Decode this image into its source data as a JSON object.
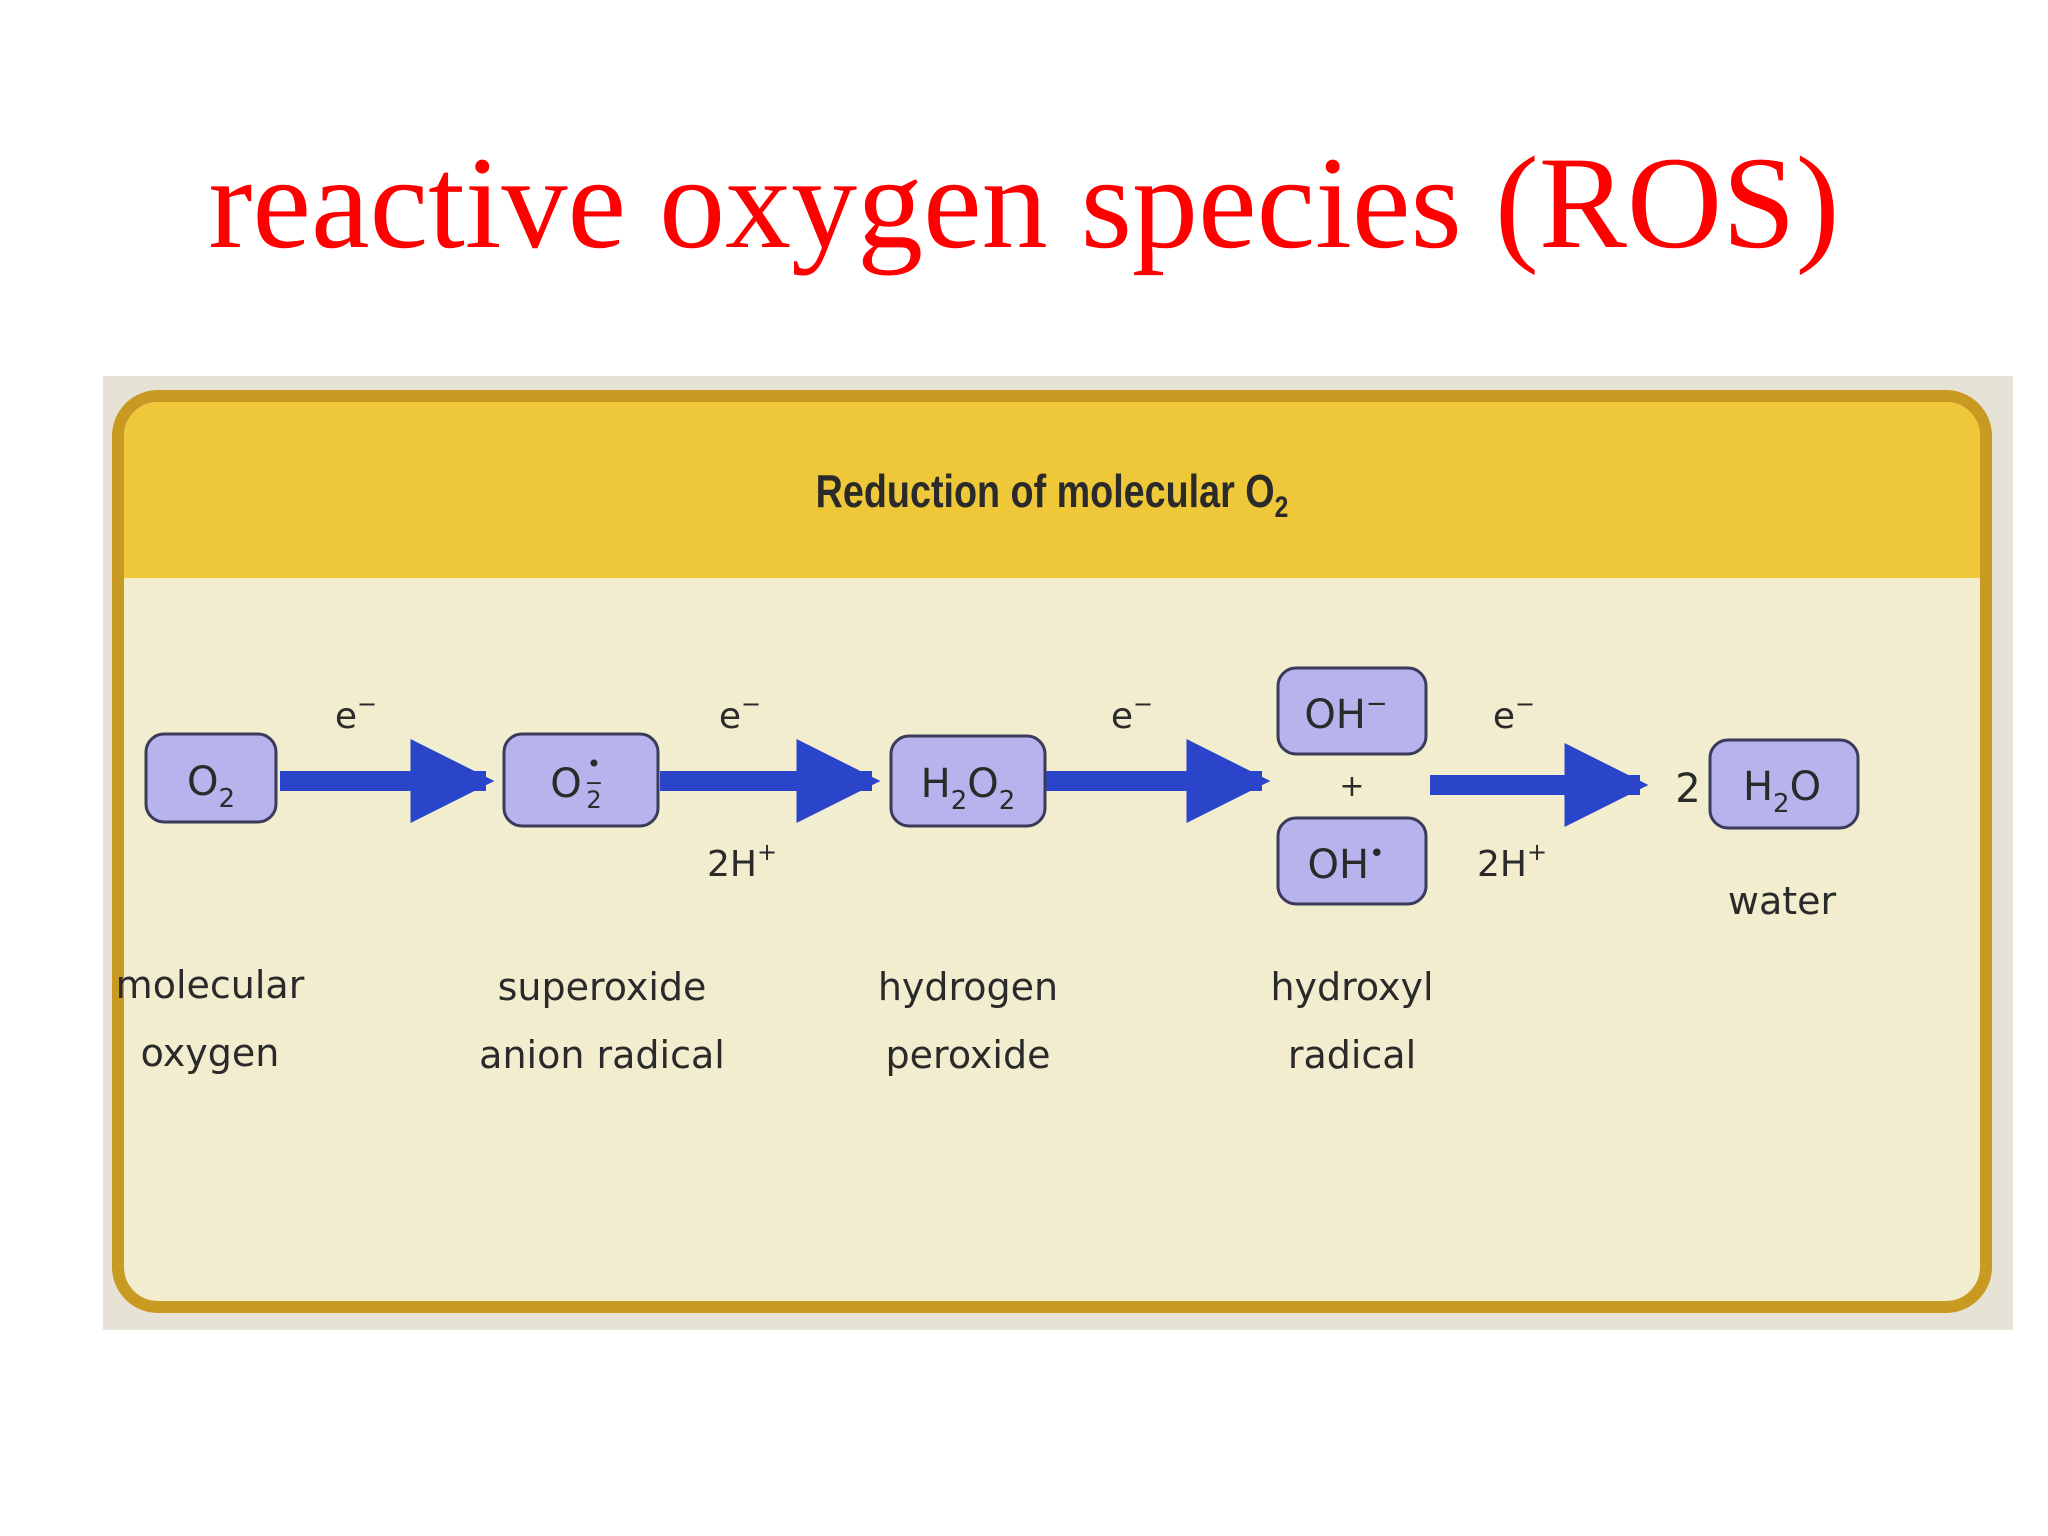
{
  "title": "reactive oxygen species (ROS)",
  "panel": {
    "heading": "Reduction of molecular O",
    "heading_sub": "2"
  },
  "species": [
    {
      "formula": [
        "O",
        "2"
      ],
      "label_lines": [
        "molecular",
        "oxygen"
      ]
    },
    {
      "formula": [
        "O",
        "•",
        "2",
        "−"
      ],
      "label_lines": [
        "superoxide",
        "anion radical"
      ]
    },
    {
      "formula": [
        "H",
        "2",
        "O",
        "2"
      ],
      "label_lines": [
        "hydrogen",
        "peroxide"
      ]
    },
    {
      "formula_top": "OH",
      "formula_top_sup": "−",
      "plus": "+",
      "formula_bottom": "OH",
      "formula_bottom_sup": "•",
      "label_lines": [
        "hydroxyl",
        "radical"
      ]
    },
    {
      "coefficient": "2",
      "formula": [
        "H",
        "2",
        "O"
      ],
      "label_lines": [
        "water"
      ]
    }
  ],
  "steps": [
    {
      "above": "e",
      "above_sup": "−"
    },
    {
      "above": "e",
      "above_sup": "−",
      "below": "2H",
      "below_sup": "+"
    },
    {
      "above": "e",
      "above_sup": "−"
    },
    {
      "above": "e",
      "above_sup": "−",
      "below": "2H",
      "below_sup": "+"
    }
  ],
  "colors": {
    "title": "#ff0000",
    "arrow": "#2a45c9",
    "box_fill": "#b7b3ec",
    "box_stroke": "#3a3a5a",
    "header": "#efc83a",
    "panel_border": "#c89a22",
    "panel_body": "#f2edcf",
    "text": "#2a2a2a"
  }
}
